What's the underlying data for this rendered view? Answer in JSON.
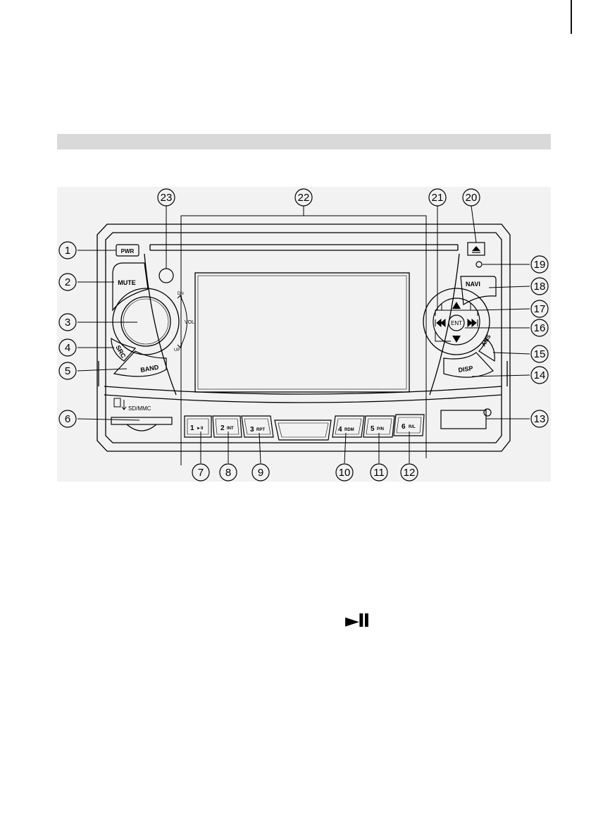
{
  "diagram": {
    "button_labels": {
      "pwr": "PWR",
      "mute": "MUTE",
      "navi": "NAVI",
      "src": "SRC",
      "band": "BAND",
      "disp": "DISP",
      "ams": "AMS",
      "ent": "ENT",
      "vol": "VOL",
      "dn": "DN",
      "up": "UP",
      "sd_mmc": "SD/MMC",
      "preset_1": "1",
      "preset_1_sub": "►II",
      "preset_2": "2",
      "preset_2_sub": "INT",
      "preset_3": "3",
      "preset_3_sub": "RPT",
      "preset_4": "4",
      "preset_4_sub": "RDM",
      "preset_5": "5",
      "preset_5_sub": "P/N",
      "preset_6": "6",
      "preset_6_sub": "R/L"
    },
    "callouts": [
      "1",
      "2",
      "3",
      "4",
      "5",
      "6",
      "7",
      "8",
      "9",
      "10",
      "11",
      "12",
      "13",
      "14",
      "15",
      "16",
      "17",
      "18",
      "19",
      "20",
      "21",
      "22",
      "23"
    ]
  },
  "text": {
    "play_pause_symbol": "►II"
  },
  "colors": {
    "section_bar": "#d9d9d9",
    "figure_background": "#f2f2f2",
    "line": "#000000"
  }
}
